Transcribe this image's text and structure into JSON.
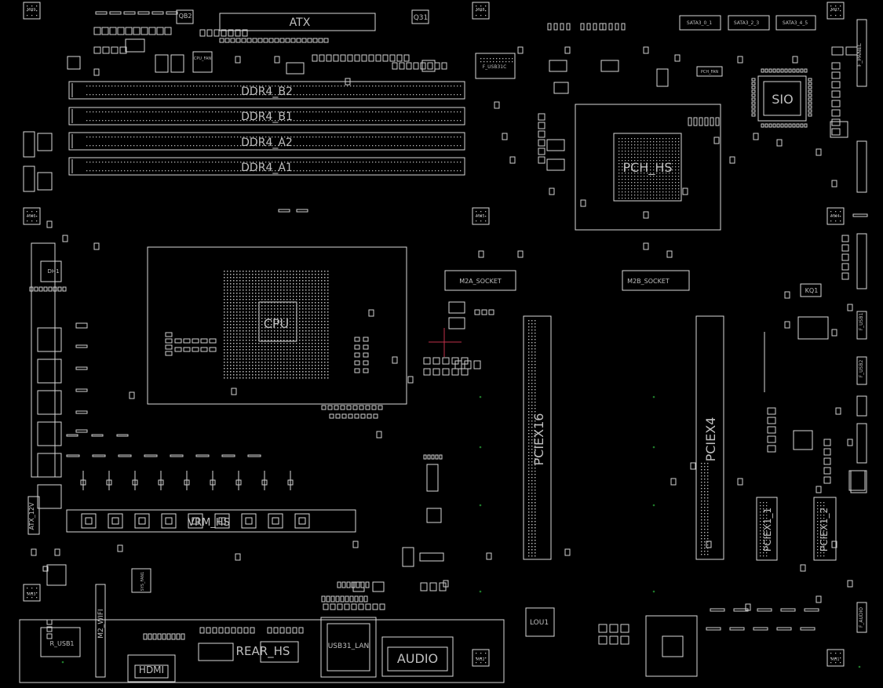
{
  "title": "",
  "colors": {
    "background": "#000000",
    "outline": "#d8d8d8",
    "label": "#bfbfbf",
    "label_dim": "#8a8a8a",
    "via_green": "#1e7a2a",
    "crosshair": "#c0304a"
  },
  "labels": {
    "atx": "ATX",
    "q31": "Q31",
    "qb2": "QB2",
    "ddr_b2": "DDR4_B2",
    "ddr_b1": "DDR4_B1",
    "ddr_a2": "DDR4_A2",
    "ddr_a1": "DDR4_A1",
    "pch_hs": "PCH_HS",
    "sio": "SIO",
    "cpu": "CPU",
    "m2a": "M2A_SOCKET",
    "m2b": "M2B_SOCKET",
    "pciex16": "PCIEX16",
    "pciex4": "PCIEX4",
    "pciex1_1": "PCIEX1_1",
    "pciex1_2": "PCIEX1_2",
    "vrm_hs": "VRM_HS",
    "rear_hs": "REAR_HS",
    "hdmi": "HDMI",
    "usb31_lan": "USB31_LAN",
    "audio": "AUDIO",
    "r_usb": "R_USB1",
    "m2_wifi": "M2_WIFI",
    "lou1": "LOU1",
    "kq1": "KQ1",
    "atx12v": "ATX_12V",
    "dh1": "DH1",
    "f_usb31c": "F_USB31C",
    "f_panel": "F_PANEL",
    "sata0_1": "SATA3_0_1",
    "sata2_3": "SATA3_2_3",
    "sata4_5": "SATA3_4_5",
    "pch_fan": "PCH_FAN",
    "mh_top_left": "MH9",
    "mh_top_mid": "MH8",
    "mh_top_right": "MH7",
    "mh_left_mid": "MH6",
    "mh_mid": "MH5",
    "mh_right_mid": "MH4",
    "mh_left_low": "MH3",
    "mh_bottom_mid": "MH2",
    "mh_bottom_right": "MH1",
    "f_usb1": "F_USB1",
    "f_usb2": "F_USB2",
    "f_audio": "F_AUDIO",
    "cpu_fan": "CPU_FAN",
    "sys_fan": "SYS_FAN1"
  }
}
